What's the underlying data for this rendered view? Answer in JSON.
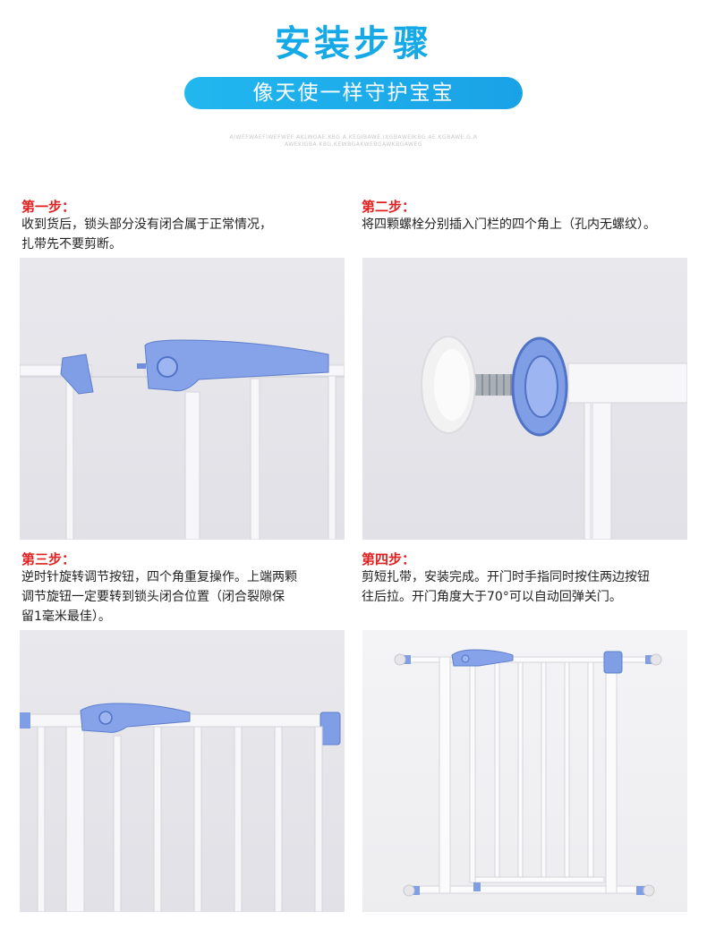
{
  "header": {
    "title": "安装步骤",
    "subtitle": "像天使一样守护宝宝",
    "fine_print_line1": "AIWEFWAEFIWEFWEF AKLWOAE.KBG A.KEGIBAWE.IXGBAWEIKBG AE.KGBAWE.G.A",
    "fine_print_line2": "AWEKIGBA.KBG.KEWBGAKWEBGAWKBGAWEG"
  },
  "steps": [
    {
      "title": "第一步：",
      "lines": [
        "收到货后，锁头部分没有闭合属于正常情况，",
        "扎带先不要剪断。"
      ]
    },
    {
      "title": "第二步：",
      "lines": [
        "将四颗螺栓分别插入门栏的四个角上（孔内无螺纹）。"
      ]
    },
    {
      "title": "第三步：",
      "lines": [
        "逆时针旋转调节按钮，四个角重复操作。上端两颗",
        "调节旋钮一定要转到锁头闭合位置（闭合裂隙保",
        "留1毫米最佳）。"
      ]
    },
    {
      "title": "第四步：",
      "lines": [
        "剪短扎带，安装完成。开门时手指同时按住两边按钮",
        "往后拉。开门角度大于70°可以自动回弹关门。"
      ]
    }
  ],
  "colors": {
    "accent": "#16a9e8",
    "step_title": "#e02020",
    "gate_blue": "#7f9ee6",
    "gate_white": "#f7f7f9"
  }
}
